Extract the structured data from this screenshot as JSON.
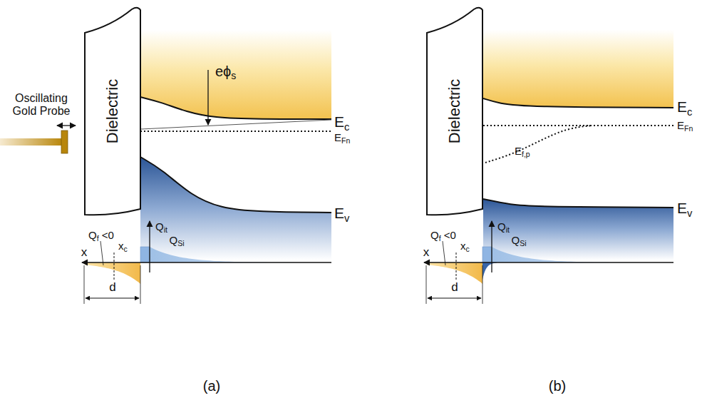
{
  "diagram": {
    "nodes": [
      {
        "text": [
          "Dielectric"
        ]
      },
      {
        "text": [
          "Dielectric"
        ]
      }
    ],
    "labels": [
      "Oscillating Gold Probe",
      "eϕs",
      "Ec",
      "EFn",
      "Ev",
      "Qf <0",
      "xc",
      "Qit",
      "QSi",
      "x",
      "d",
      "(a)",
      "Ec",
      "EFn",
      "Ef,p",
      "Ev",
      "Qf <0",
      "xc",
      "Qit",
      "QSi",
      "x",
      "d",
      "(b)"
    ]
  }
}
